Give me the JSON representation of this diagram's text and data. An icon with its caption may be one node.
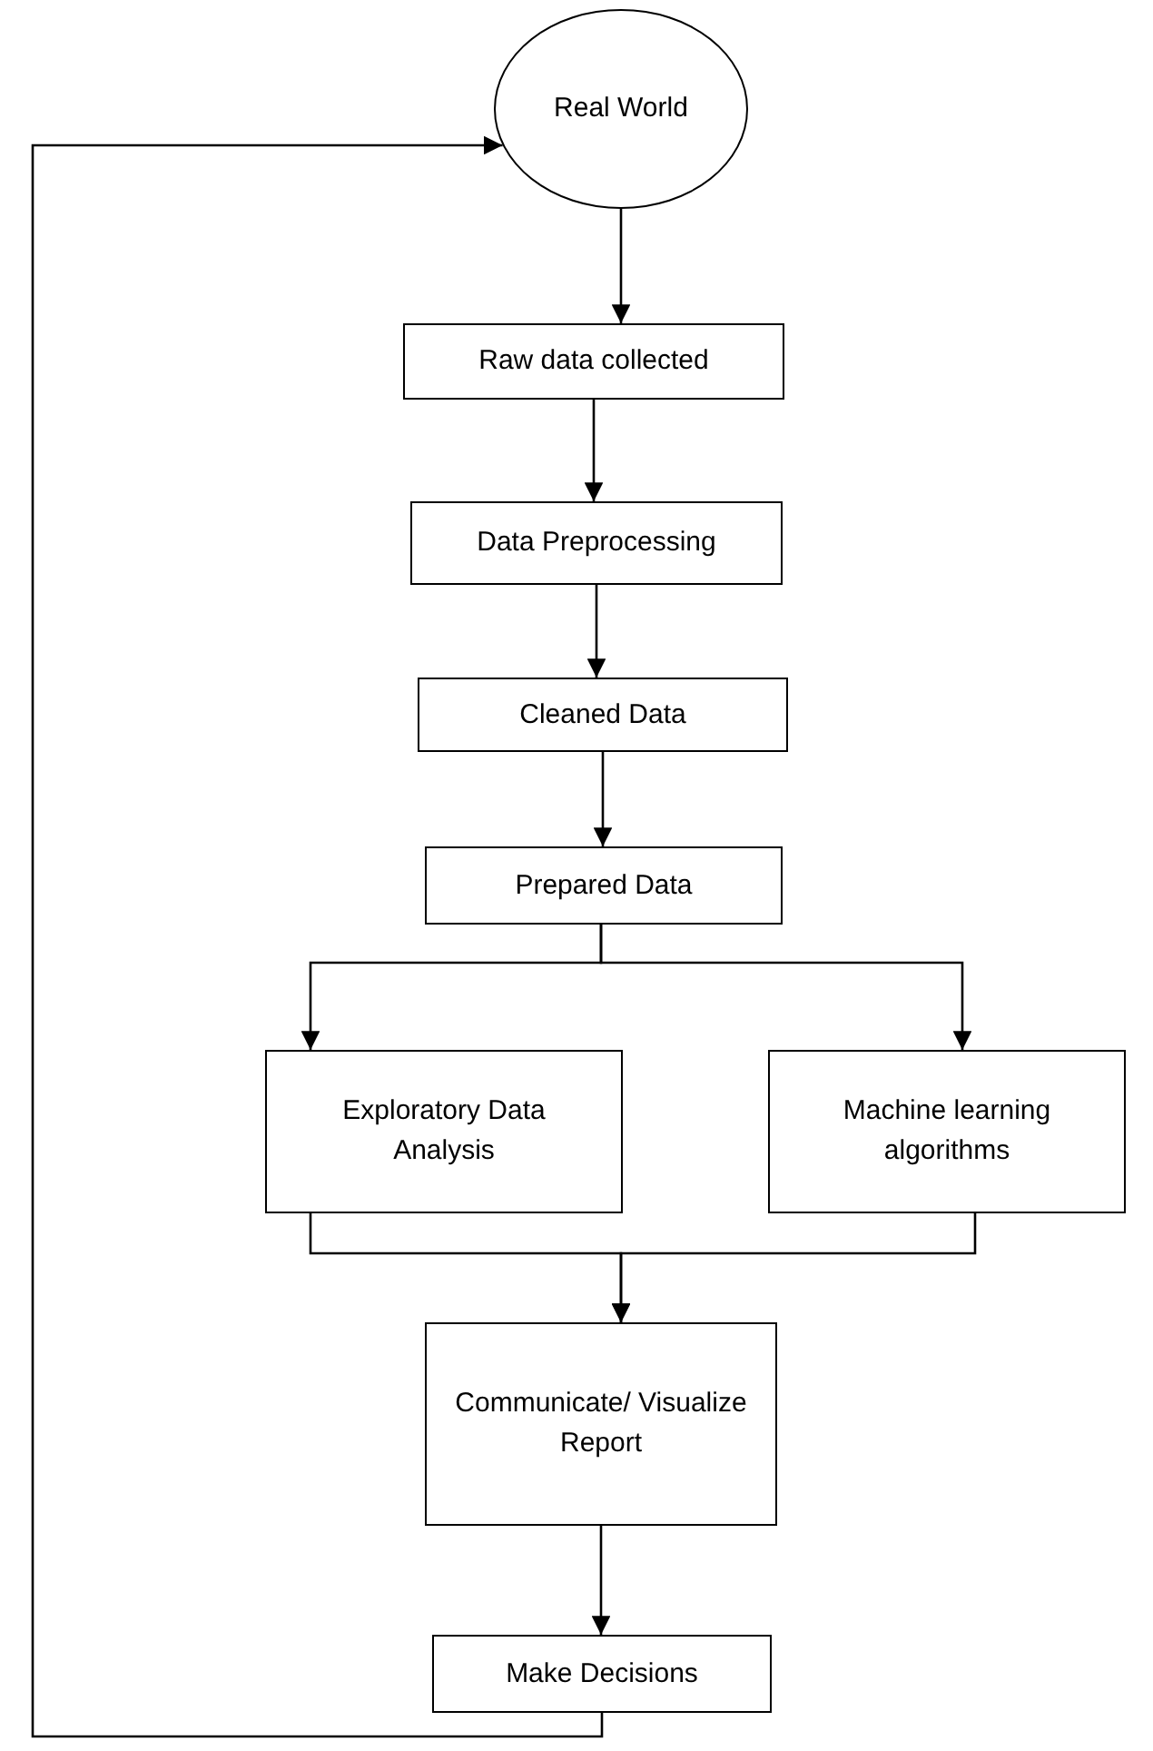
{
  "diagram": {
    "nodes": [
      {
        "text": [
          "Real World"
        ]
      },
      {
        "text": [
          "Raw data collected"
        ]
      },
      {
        "text": [
          "Data Preprocessing"
        ]
      },
      {
        "text": [
          "Cleaned Data"
        ]
      },
      {
        "text": [
          "Prepared Data"
        ]
      },
      {
        "text": [
          "Exploratory Data Analysis"
        ]
      },
      {
        "text": [
          "Machine learning algorithms"
        ]
      },
      {
        "text": [
          "Communicate/ Visualize Report"
        ]
      },
      {
        "text": [
          "Make Decisions"
        ]
      }
    ],
    "edges": [
      {
        "from": 0,
        "to": 1,
        "arrow": "to"
      },
      {
        "from": 1,
        "to": 2,
        "arrow": "to"
      },
      {
        "from": 2,
        "to": 3,
        "arrow": "to"
      },
      {
        "from": 3,
        "to": 4,
        "arrow": "to"
      },
      {
        "from": 4,
        "to": 5,
        "arrow": "to"
      },
      {
        "from": 4,
        "to": 6,
        "arrow": "to"
      },
      {
        "from": 5,
        "to": 7,
        "arrow": "to"
      },
      {
        "from": 6,
        "to": 7,
        "arrow": "to"
      },
      {
        "from": 7,
        "to": 8,
        "arrow": "to"
      },
      {
        "from": 8,
        "to": 0,
        "arrow": "to"
      }
    ]
  }
}
